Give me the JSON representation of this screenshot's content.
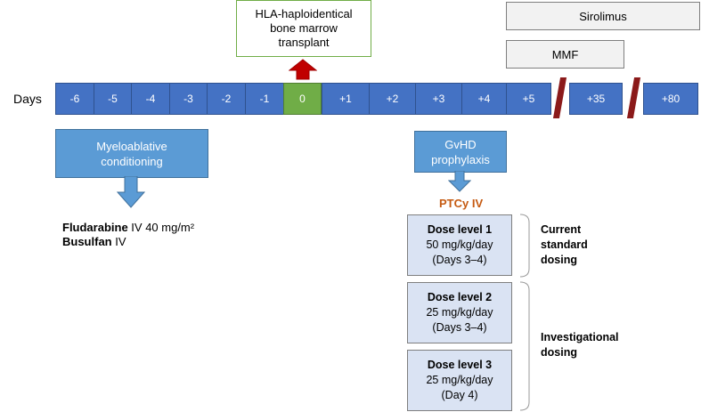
{
  "top_boxes": {
    "sirolimus": "Sirolimus",
    "mmf": "MMF"
  },
  "transplant": {
    "line1": "HLA-haploidentical",
    "line2": "bone marrow",
    "line3": "transplant"
  },
  "days_label": "Days",
  "days": [
    "-6",
    "-5",
    "-4",
    "-3",
    "-2",
    "-1",
    "0",
    "+1",
    "+2",
    "+3",
    "+4",
    "+5",
    "+35",
    "+80"
  ],
  "conditioning": {
    "line1": "Myeloablative",
    "line2": "conditioning",
    "drugs": [
      {
        "name": "Fludarabine",
        "detail": " IV 40 mg/m²"
      },
      {
        "name": "Busulfan",
        "detail": " IV"
      }
    ]
  },
  "gvhd": {
    "line1": "GvHD",
    "line2": "prophylaxis",
    "ptcy_title": "PTCy IV"
  },
  "dose_levels": [
    {
      "name": "Dose level 1",
      "dose": "50 mg/kg/day",
      "days": "(Days 3–4)"
    },
    {
      "name": "Dose level 2",
      "dose": "25 mg/kg/day",
      "days": "(Days 3–4)"
    },
    {
      "name": "Dose level 3",
      "dose": "25 mg/kg/day",
      "days": "(Day 4)"
    }
  ],
  "groups": {
    "current": {
      "line1": "Current",
      "line2": "standard",
      "line3": "dosing"
    },
    "investigational": {
      "line1": "Investigational",
      "line2": "dosing"
    }
  },
  "colors": {
    "day_cell": "#4472c4",
    "day_zero": "#70ad47",
    "callout": "#5b9bd5",
    "arrow_red": "#c00000",
    "break_mark": "#8b1a1a",
    "dose_box": "#dae3f3",
    "ptcy_text": "#c55a11"
  }
}
